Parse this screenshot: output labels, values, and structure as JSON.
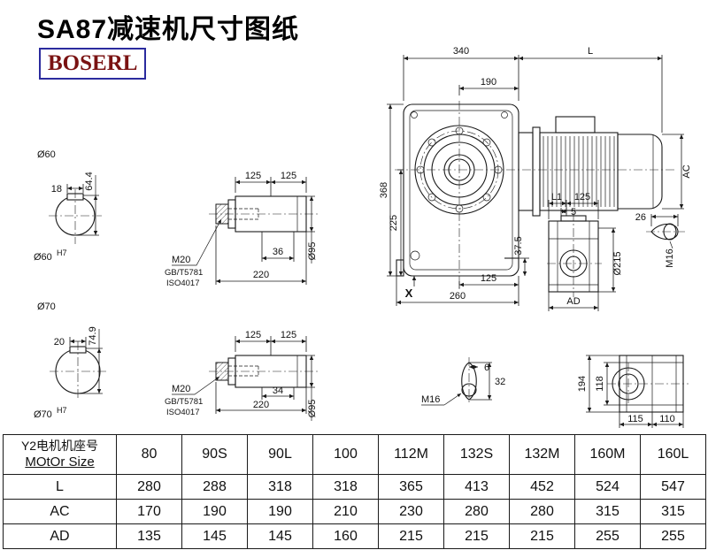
{
  "title": "SA87减速机尺寸图纸",
  "logo": "BOSERL",
  "colors": {
    "line": "#1a1a1a",
    "logo_border": "#2b2b9e",
    "logo_text": "#7a1212"
  },
  "drawing": {
    "main": {
      "d340": "340",
      "dL": "L",
      "d190": "190",
      "d368": "368",
      "d225": "225",
      "dAC": "AC",
      "d37_5": "37.5",
      "d125": "125",
      "d260": "260",
      "X": "X"
    },
    "shaft60": {
      "dia": "Ø60",
      "key": "18",
      "height": "64.4",
      "fit": "Ø60",
      "fit_sup": "H7"
    },
    "shaft70": {
      "dia": "Ø70",
      "key": "20",
      "height": "74.9",
      "fit": "Ø70",
      "fit_sup": "H7"
    },
    "side_top": {
      "d125a": "125",
      "d125b": "125",
      "bolt": "M20",
      "std1": "GB/T5781",
      "std2": "ISO4017",
      "len": "36",
      "total": "220",
      "dia": "Ø95"
    },
    "side_bottom": {
      "d125a": "125",
      "d125b": "125",
      "bolt": "M20",
      "std1": "GB/T5781",
      "std2": "ISO4017",
      "len": "34",
      "total": "220",
      "dia": "Ø95"
    },
    "right_side": {
      "dL1": "L1",
      "d125": "125",
      "d5": "5",
      "dia": "Ø215",
      "dAD": "AD",
      "d26": "26",
      "m16": "M16"
    },
    "plug": {
      "d6": "6",
      "d32": "32",
      "m16": "M16"
    },
    "rear": {
      "d194": "194",
      "d118": "118",
      "d115": "115",
      "d110": "110"
    }
  },
  "table": {
    "header": {
      "line1": "Y2电机机座号",
      "line2": "MOtOr Size"
    },
    "columns": [
      "80",
      "90S",
      "90L",
      "100",
      "112M",
      "132S",
      "132M",
      "160M",
      "160L"
    ],
    "rows": [
      {
        "label": "L",
        "values": [
          "280",
          "288",
          "318",
          "318",
          "365",
          "413",
          "452",
          "524",
          "547"
        ]
      },
      {
        "label": "AC",
        "values": [
          "170",
          "190",
          "190",
          "210",
          "230",
          "280",
          "280",
          "315",
          "315"
        ]
      },
      {
        "label": "AD",
        "values": [
          "135",
          "145",
          "145",
          "160",
          "215",
          "215",
          "215",
          "255",
          "255"
        ]
      }
    ]
  }
}
